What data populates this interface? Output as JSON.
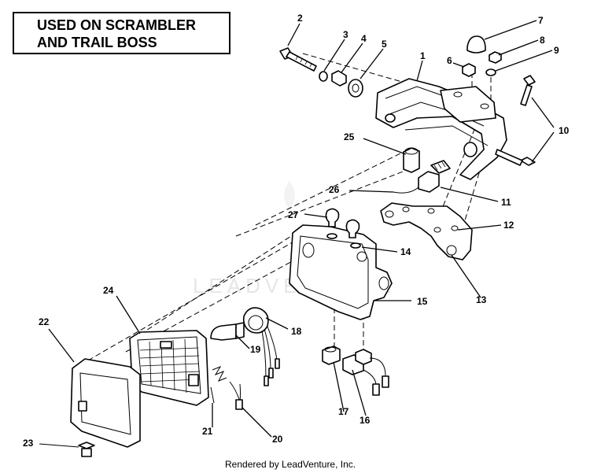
{
  "header_box": {
    "line1": "USED ON SCRAMBLER",
    "line2": "AND TRAIL BOSS"
  },
  "callouts": {
    "c1": "1",
    "c2": "2",
    "c3": "3",
    "c4": "4",
    "c5": "5",
    "c6": "6",
    "c7": "7",
    "c8": "8",
    "c9": "9",
    "c10": "10",
    "c11": "11",
    "c12": "12",
    "c13": "13",
    "c14": "14",
    "c15": "15",
    "c16": "16",
    "c17": "17",
    "c18": "18",
    "c19": "19",
    "c20": "20",
    "c21": "21",
    "c22": "22",
    "c23": "23",
    "c24": "24",
    "c25": "25",
    "c26": "26",
    "c27": "27"
  },
  "watermark": "LEADVENTURE",
  "footer": "Rendered by LeadVenture, Inc."
}
